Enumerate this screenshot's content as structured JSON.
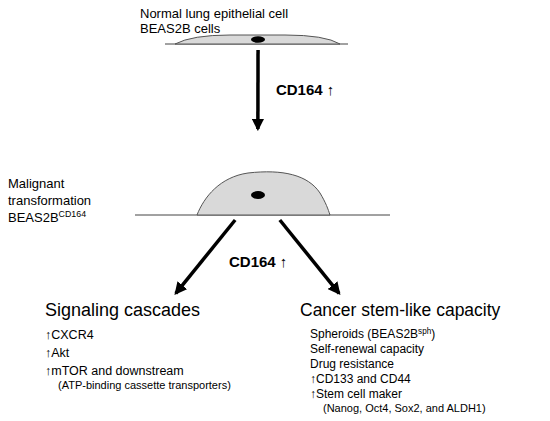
{
  "diagram": {
    "nodes": [
      {
        "text": [
          "Normal lung epithelial cell BEAS2B cells"
        ]
      },
      {
        "text": [
          "Malignant transformation BEAS2B",
          "CD164"
        ]
      },
      {
        "text": [
          "Signaling cascades",
          "↑CXCR4",
          "↑Akt",
          "↑mTOR and downstream",
          "(ATP-binding cassette transporters)"
        ]
      },
      {
        "text": [
          "Cancer stem-like capacity",
          "Spheroids (BEAS2B",
          "sph",
          ")",
          "Self-renewal capacity",
          "Drug resistance",
          "↑CD133 and CD44",
          "↑Stem cell maker",
          "(Nanog, Oct4, Sox2, and ALDH1)"
        ]
      }
    ],
    "edges": [
      {
        "from": 0,
        "to": 1,
        "arrow": "to",
        "label": "CD164 ↑"
      },
      {
        "from": 1,
        "to": 2,
        "arrow": "to"
      },
      {
        "from": 1,
        "to": 3,
        "arrow": "to"
      }
    ],
    "labels": [
      "CD164 ↑"
    ]
  }
}
